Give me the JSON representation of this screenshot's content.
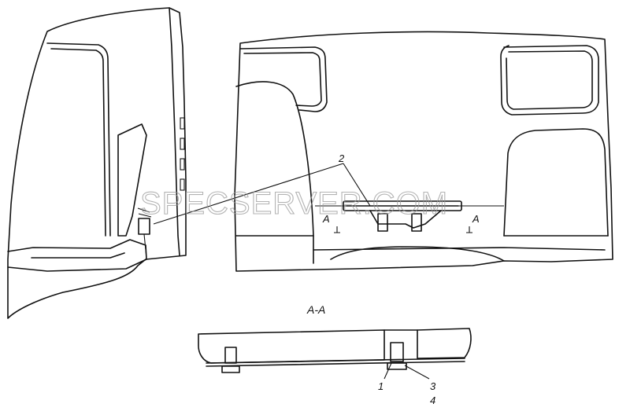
{
  "watermark": "SPECSERVER.COM",
  "section_title": "A-A",
  "labels": {
    "callout_2": "2",
    "section_mark_left": "A",
    "section_mark_right": "A",
    "callout_1": "1",
    "callout_3": "3",
    "callout_4": "4"
  },
  "colors": {
    "line": "#111111",
    "background": "#ffffff",
    "watermark": "#9a9a9a"
  }
}
